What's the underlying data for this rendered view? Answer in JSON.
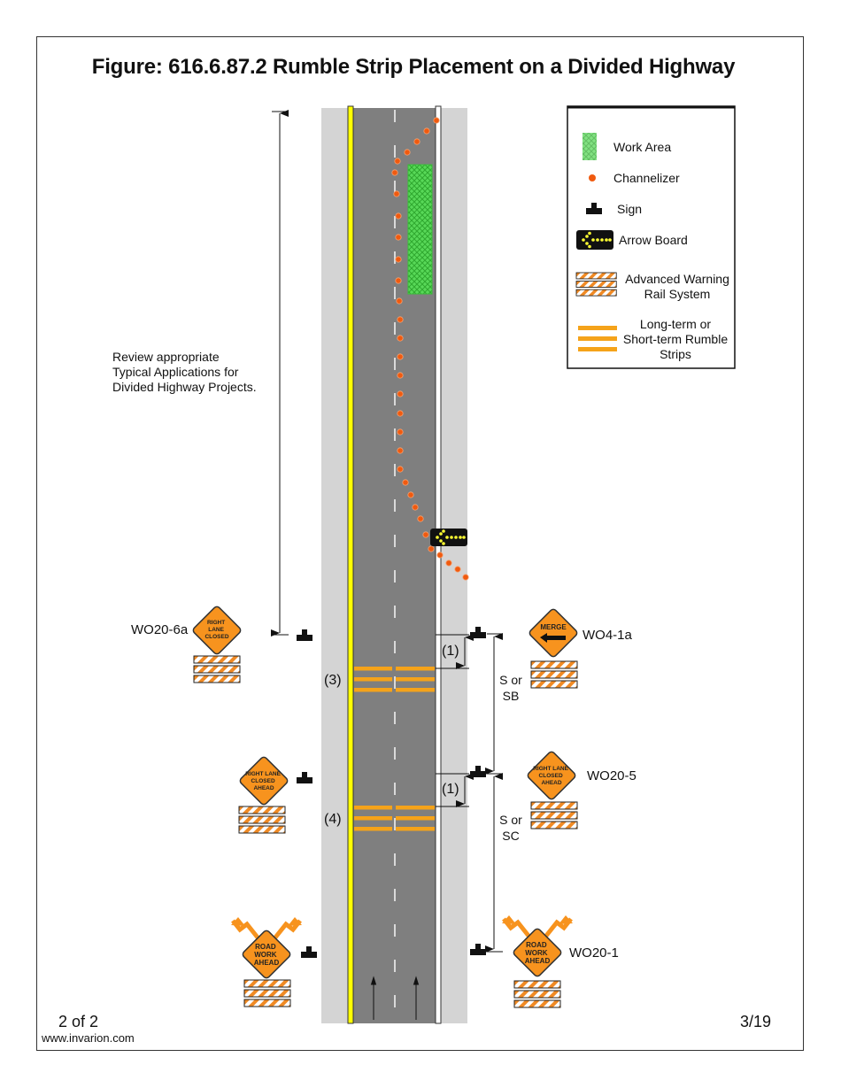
{
  "figure": {
    "title": "Figure: 616.6.87.2 Rumble Strip Placement on a Divided Highway",
    "note_lines": [
      "Review appropriate",
      "Typical Applications for",
      "Divided Highway Projects."
    ]
  },
  "legend": {
    "items": [
      {
        "icon": "work-area-icon",
        "label": "Work Area"
      },
      {
        "icon": "channelizer-icon",
        "label": "Channelizer"
      },
      {
        "icon": "sign-icon",
        "label": "Sign"
      },
      {
        "icon": "arrow-board-icon",
        "label": "Arrow Board"
      },
      {
        "icon": "warning-rail-icon",
        "label_lines": [
          "Advanced Warning",
          "Rail System"
        ]
      },
      {
        "icon": "rumble-strips-icon",
        "label_lines": [
          "Long-term or",
          "Short-term Rumble",
          "Strips"
        ]
      }
    ]
  },
  "signs": {
    "left": [
      {
        "code": "WO20-6a",
        "text_lines": [
          "RIGHT",
          "LANE",
          "CLOSED"
        ]
      },
      {
        "text_lines": [
          "RIGHT LANE",
          "CLOSED",
          "AHEAD"
        ]
      },
      {
        "text_lines": [
          "ROAD",
          "WORK",
          "AHEAD"
        ]
      }
    ],
    "right": [
      {
        "code": "WO4-1a",
        "text_lines": [
          "MERGE"
        ]
      },
      {
        "code": "WO20-5",
        "text_lines": [
          "RIGHT LANE",
          "CLOSED",
          "AHEAD"
        ]
      },
      {
        "code": "WO20-1",
        "text_lines": [
          "ROAD",
          "WORK",
          "AHEAD"
        ]
      }
    ]
  },
  "measurements": {
    "strip_offset_1": "(1)",
    "strip_offset_2": "(1)",
    "strip_label_3": "(3)",
    "strip_label_4": "(4)",
    "spacing_sb": [
      "S or",
      "SB"
    ],
    "spacing_sc": [
      "S or",
      "SC"
    ]
  },
  "footer": {
    "page": "2 of 2",
    "website": "www.invarion.com",
    "date": "3/19"
  },
  "colors": {
    "pavement": "#7f7f7f",
    "shoulder": "#d4d4d4",
    "edge_line_left": "#ffff00",
    "channelizer": "#f05a0f",
    "work_area": "#33cc33",
    "sign_orange": "#f7931e",
    "rumble_strip": "#f5a31a",
    "arrow_board_lamp": "#ffff33"
  }
}
